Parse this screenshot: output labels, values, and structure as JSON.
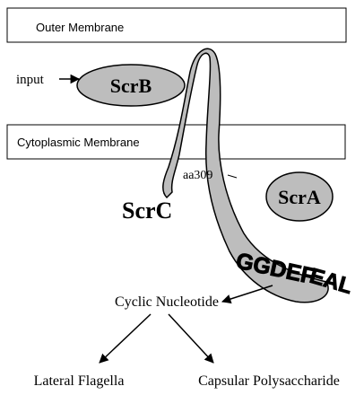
{
  "membranes": {
    "outer": "Outer Membrane",
    "cytoplasmic": "Cytoplasmic Membrane"
  },
  "input_label": "input",
  "proteins": {
    "scrB": "ScrB",
    "scrC": "ScrC",
    "scrA": "ScrA"
  },
  "residue_label": "aa309",
  "domains": {
    "ggdef": "GGDEF",
    "eal": "EAL"
  },
  "product": "Cyclic Nucleotide",
  "outputs": {
    "lateral_flagella": "Lateral Flagella",
    "capsular_polysaccharide": "Capsular Polysaccharide"
  },
  "colors": {
    "protein_fill": "#bdbdbd",
    "outline": "#000000"
  }
}
